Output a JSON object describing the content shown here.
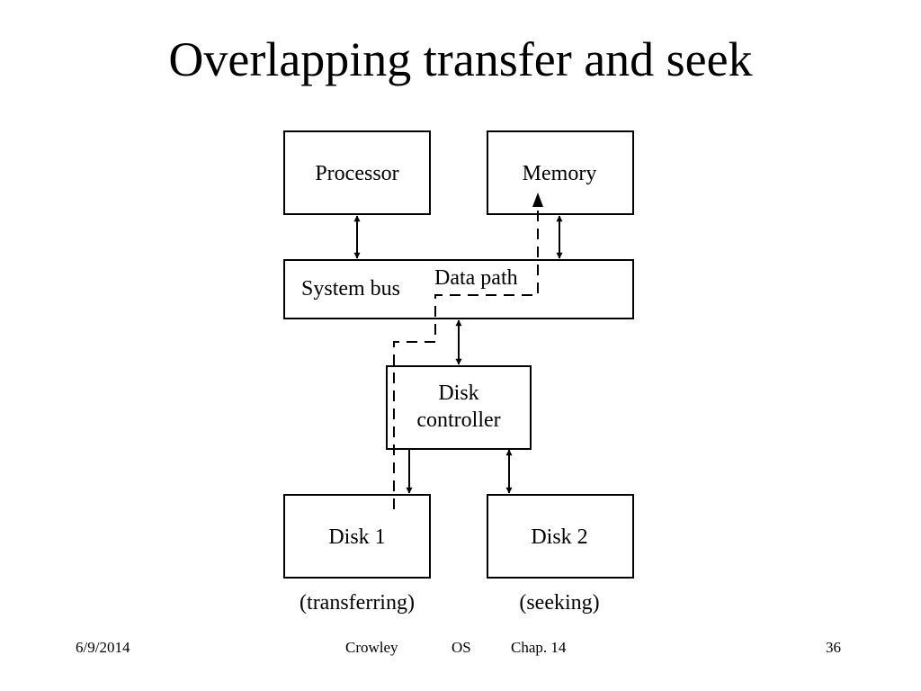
{
  "slide": {
    "title": "Overlapping transfer and seek"
  },
  "diagram": {
    "processor": "Processor",
    "memory": "Memory",
    "system_bus": "System bus",
    "data_path": "Data path",
    "disk_controller_line1": "Disk",
    "disk_controller_line2": "controller",
    "disk1": "Disk 1",
    "disk2": "Disk 2",
    "disk1_status": "(transferring)",
    "disk2_status": "(seeking)"
  },
  "footer": {
    "date": "6/9/2014",
    "author": "Crowley",
    "course": "OS",
    "chapter": "Chap. 14",
    "page_number": "36"
  }
}
